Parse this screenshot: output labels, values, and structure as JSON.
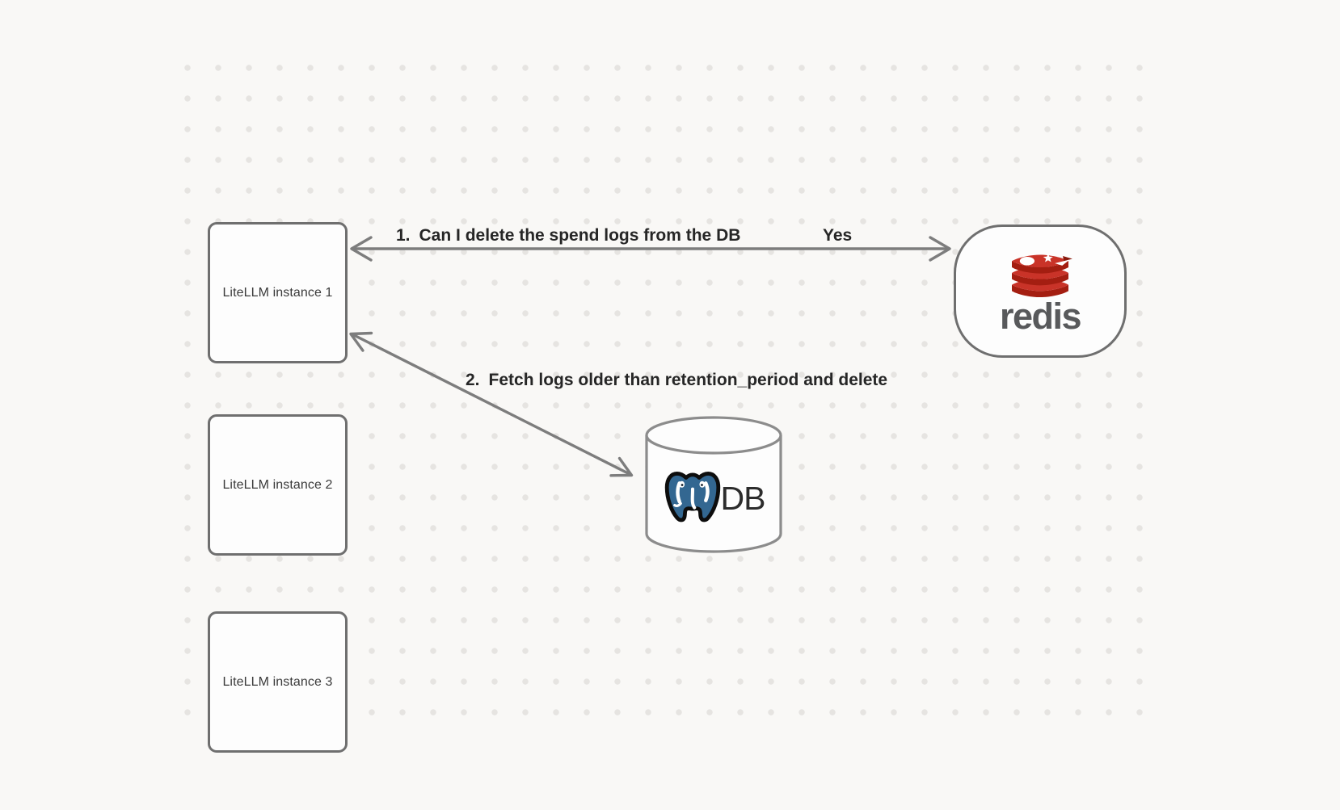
{
  "app": {
    "type": "diagram-canvas"
  },
  "nodes": {
    "instances": [
      {
        "label": "LiteLLM instance 1"
      },
      {
        "label": "LiteLLM instance 2"
      },
      {
        "label": "LiteLLM instance 3"
      }
    ],
    "redis": {
      "wordmark": "redis",
      "icon": "redis-logo-icon"
    },
    "db": {
      "label": "DB",
      "icon": "postgresql-elephant-icon",
      "shape": "database-cylinder"
    }
  },
  "arrows": {
    "query": {
      "number": "1.",
      "label": "Can I delete the spend logs from the DB",
      "answer": "Yes",
      "from": "redis",
      "to": "LiteLLM instance 1",
      "style": "double-headed"
    },
    "fetch": {
      "number": "2.",
      "label": "Fetch logs older than retention_period and delete",
      "from": "LiteLLM instance 1",
      "to": "DB",
      "style": "double-headed"
    }
  },
  "colors": {
    "background": "#f9f8f6",
    "grid_dot": "#e6e4e1",
    "node_border": "#6f6f6f",
    "node_fill": "#fdfdfd",
    "arrow": "#7d7d7d",
    "label_text": "#262626",
    "box_label_text": "#3a3a3a",
    "redis_red": "#c93328",
    "redis_red_dark": "#a41e11",
    "redis_wordmark": "#58595b",
    "postgres_blue": "#336791",
    "cylinder_stroke": "#8c8c8c",
    "db_text": "#2c2c2c"
  }
}
